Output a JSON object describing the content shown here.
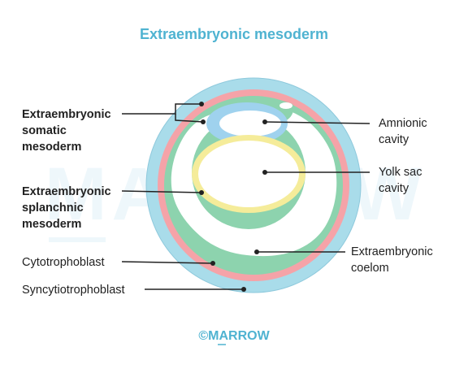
{
  "title": "Extraembryonic mesoderm",
  "watermark": "MARROW",
  "brand": {
    "symbol": "©",
    "name": "MARROW"
  },
  "labels": {
    "somatic": [
      "Extraembryonic",
      "somatic",
      "mesoderm"
    ],
    "splanchnic": [
      "Extraembryonic",
      "splanchnic",
      "mesoderm"
    ],
    "cytotrophoblast": "Cytotrophoblast",
    "syncytiotrophoblast": "Syncytiotrophoblast",
    "amnionic": [
      "Amnionic",
      "cavity"
    ],
    "yolk": [
      "Yolk sac",
      "cavity"
    ],
    "coelom": [
      "Extraembryonic",
      "coelom"
    ]
  },
  "colors": {
    "title": "#4fb3d1",
    "syncytiotrophoblast": "#a9dcea",
    "cytotrophoblast": "#f5a3a8",
    "mesoderm": "#8dd3ae",
    "coelom": "#ffffff",
    "amnion": "#9fd2ee",
    "yolk_sac": "#f5ec9a",
    "watermark": "#eef7fb",
    "leader": "#222222"
  }
}
